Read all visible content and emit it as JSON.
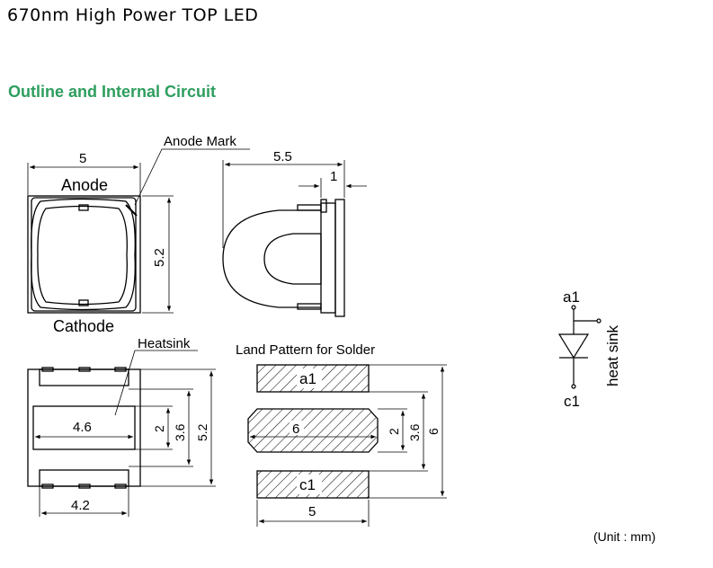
{
  "page_title": "670nm High Power TOP LED",
  "section_title": "Outline and Internal Circuit",
  "colors": {
    "section_title": "#2e9e5e",
    "line": "#000000",
    "hatch": "#000000"
  },
  "top_view": {
    "width_dim": "5",
    "height_dim": "5.2",
    "anode_label": "Anode",
    "cathode_label": "Cathode",
    "anode_mark_label": "Anode Mark"
  },
  "side_view": {
    "length_dim": "5.5",
    "tab_dim": "1"
  },
  "bottom_view": {
    "heatsink_label": "Heatsink",
    "heatsink_width_dim": "4.6",
    "heatsink_height_dim": "2",
    "inner_dim": "3.6",
    "total_dim": "5.2",
    "bottom_width_dim": "4.2"
  },
  "land_pattern": {
    "title": "Land Pattern for Solder",
    "pad_a_label": "a1",
    "pad_c_label": "c1",
    "center_width_dim": "6",
    "center_height_dim": "2",
    "inner_dim": "3.6",
    "total_dim": "6",
    "pad_width_dim": "5"
  },
  "circuit": {
    "anode_label": "a1",
    "cathode_label": "c1",
    "heatsink_label": "heat sink"
  },
  "unit_note": "(Unit : mm)"
}
